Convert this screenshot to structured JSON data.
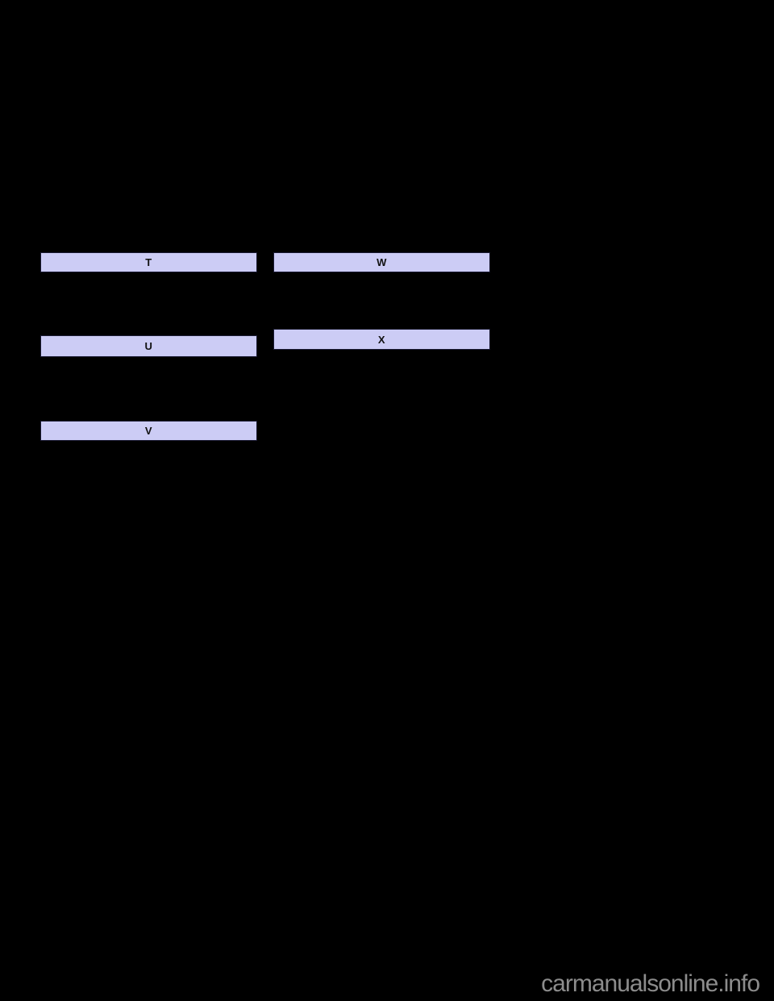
{
  "page": {
    "background_color": "#000000",
    "description": "Dark manual index page with alphabetical section header bars"
  },
  "sections": {
    "t": "T",
    "u": "U",
    "v": "V",
    "w": "W",
    "x": "X"
  },
  "watermark": {
    "text": "carmanualsonline.info",
    "color": "#8c8c8c"
  },
  "colors": {
    "section_bar_fill": "#ccccf5",
    "section_bar_border": "#1a1a33",
    "section_label_text": "#111111"
  }
}
